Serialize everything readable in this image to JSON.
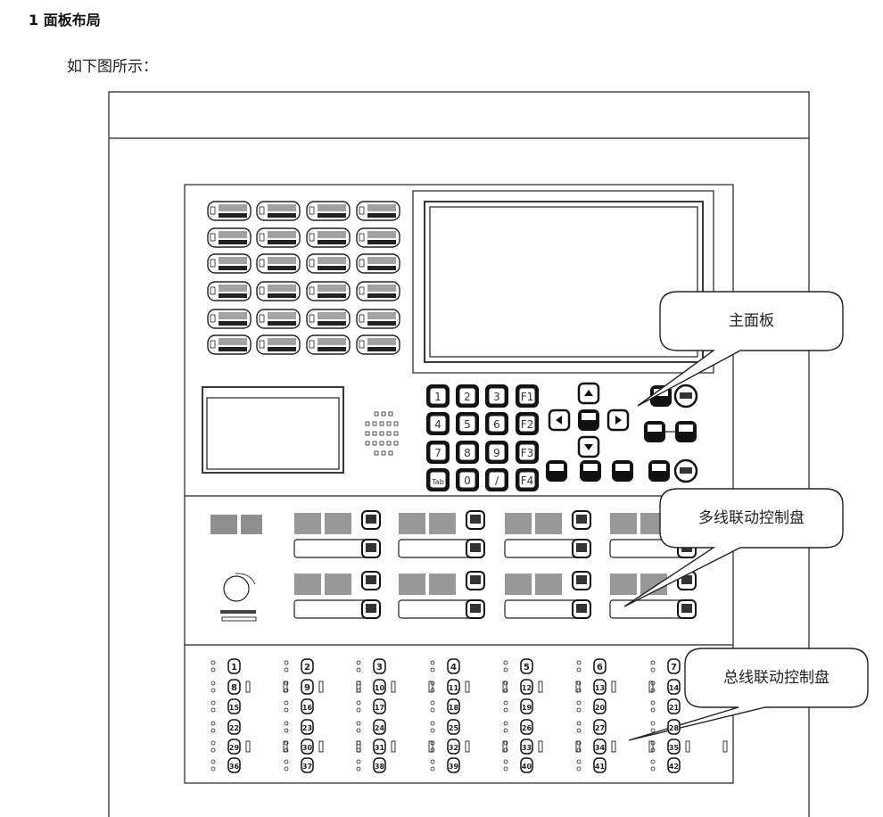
{
  "heading": "1 面板布局",
  "intro": "如下图所示：",
  "callouts": {
    "main_panel": "主面板",
    "multi_line_panel": "多线联动控制盘",
    "bus_panel": "总线联动控制盘"
  },
  "keypad": {
    "keys": [
      "1",
      "2",
      "3",
      "F1",
      "4",
      "5",
      "6",
      "F2",
      "7",
      "8",
      "9",
      "F3",
      "Tab",
      "0",
      "/",
      "F4"
    ]
  },
  "bus_channels": [
    "1",
    "2",
    "3",
    "4",
    "5",
    "6",
    "7",
    "8",
    "9",
    "10",
    "11",
    "12",
    "13",
    "14",
    "15",
    "16",
    "17",
    "18",
    "19",
    "20",
    "21",
    "22",
    "23",
    "24",
    "25",
    "26",
    "27",
    "28",
    "29",
    "30",
    "31",
    "32",
    "33",
    "34",
    "35",
    "36",
    "37",
    "38",
    "39",
    "40",
    "41",
    "42"
  ]
}
